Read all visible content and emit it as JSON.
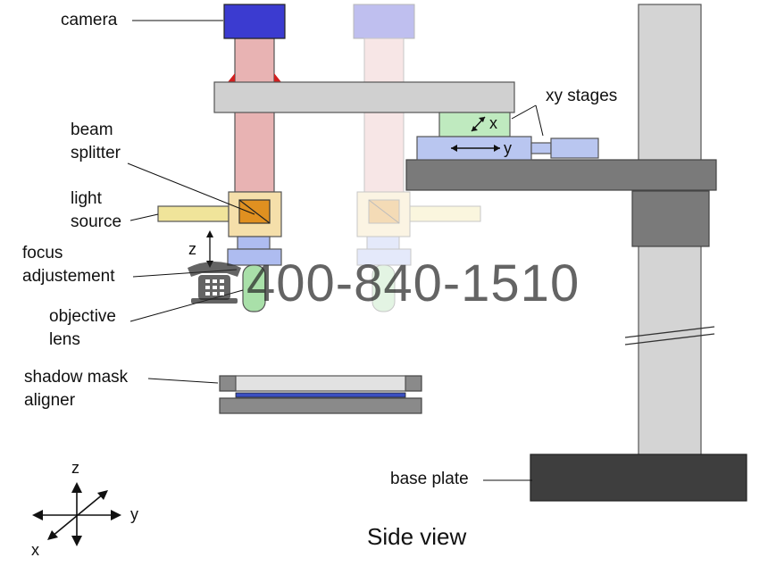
{
  "labels": {
    "camera": "camera",
    "beam_splitter_1": "beam",
    "beam_splitter_2": "splitter",
    "light_source_1": "light",
    "light_source_2": "source",
    "focus_1": "focus",
    "focus_2": "adjustement",
    "objective_1": "objective",
    "objective_2": "lens",
    "shadow_mask_1": "shadow mask",
    "shadow_mask_2": "aligner",
    "xy_stages": "xy stages",
    "stage_x": "x",
    "stage_y": "y",
    "focus_axis": "z",
    "base_plate": "base plate"
  },
  "axes": {
    "z": "z",
    "y": "y",
    "x": "x"
  },
  "watermark": {
    "phone": "400-840-1510",
    "icon": "telephone-icon"
  },
  "title": "Side view",
  "colors": {
    "camera": "#3b3bd0",
    "beam_red": "#e8b3b3",
    "light_yellow": "#f0e49a",
    "splitter_box": "#f5dfaa",
    "splitter_core": "#e09020",
    "objective_blue": "#aebcf0",
    "lens_green": "#a9e0a9",
    "stage_green": "#bfeabf",
    "stage_blue": "#b9c6f0",
    "bar_gray": "#d0d0d0",
    "dark_gray": "#6e6e6e",
    "base_dark": "#3e3e3e"
  }
}
